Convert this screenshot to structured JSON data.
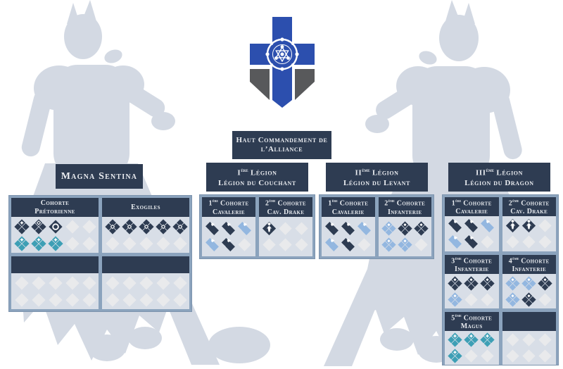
{
  "palette": {
    "navy": "#2e3c52",
    "frame": "#8ba3bd",
    "body_bg": "#d8dee7",
    "pale": "#e9eaec",
    "light_blue": "#93b7e0",
    "teal": "#3d9fb5",
    "silhouette": "#d3d9e3",
    "crest_blue": "#2c4fae",
    "crest_gray": "#58595b",
    "header_text": "#e9ecf0"
  },
  "icons": {
    "empty": "pale diamond placeholder slot",
    "cavalry-dark": "two overlapped navy diamonds with white pennant",
    "cavalry-blue": "two overlapped light-blue diamonds with white pennant",
    "drake": "navy diamond with white winged-drake mark",
    "infantry-dark": "cluster of four navy diamonds, white diamond mark",
    "infantry-blue": "cluster of four light-blue diamonds, white diamond mark",
    "magus": "cluster of four teal diamonds, white star mark",
    "exogile": "cluster of four navy diamonds around white diamond core",
    "praetor-star": "navy cluster with white star mark",
    "praetor-gem": "navy cluster with white gem outline",
    "praetor-ring": "navy diamond with white ring",
    "praetor-teal": "teal cluster with white star mark"
  },
  "crest": {
    "name": "alliance-crest-banner"
  },
  "command": {
    "line1": "Haut Commandement de",
    "line2": "l’Alliance"
  },
  "magna": {
    "title": "Magna Sentina",
    "cohorts": [
      {
        "lines": [
          "Cohorte",
          "Prétorienne"
        ],
        "units": [
          [
            "praetor-star",
            "praetor-gem",
            "praetor-ring",
            "empty",
            "empty"
          ],
          [
            "praetor-teal",
            "praetor-teal",
            "praetor-teal",
            "empty",
            "empty"
          ]
        ]
      },
      {
        "lines": [
          "Exogiles"
        ],
        "units": [
          [
            "exogile",
            "exogile",
            "exogile",
            "exogile",
            "exogile"
          ],
          [
            "empty",
            "empty",
            "empty",
            "empty",
            "empty"
          ]
        ]
      },
      {
        "lines": [],
        "units": [
          [
            "empty",
            "empty",
            "empty",
            "empty",
            "empty"
          ],
          [
            "empty",
            "empty",
            "empty",
            "empty",
            "empty"
          ]
        ]
      },
      {
        "lines": [],
        "units": [
          [
            "empty",
            "empty",
            "empty",
            "empty",
            "empty"
          ],
          [
            "empty",
            "empty",
            "empty",
            "empty",
            "empty"
          ]
        ]
      }
    ]
  },
  "legions": [
    {
      "num": "I",
      "sup": "ère",
      "word": "Légion",
      "name": "Légion du Couchant",
      "cohorts": [
        {
          "num": "1",
          "sup": "ère",
          "word": "Cohorte",
          "type": "Cavalerie",
          "units": [
            [
              "cavalry-dark",
              "cavalry-dark",
              "cavalry-blue"
            ],
            [
              "cavalry-blue",
              "cavalry-dark",
              "empty"
            ]
          ]
        },
        {
          "num": "2",
          "sup": "ème",
          "word": "Cohorte",
          "type": "Cav. Drake",
          "units": [
            [
              "drake",
              "empty",
              "empty"
            ],
            [
              "empty",
              "empty",
              "empty"
            ]
          ]
        }
      ]
    },
    {
      "num": "II",
      "sup": "ème",
      "word": "Légion",
      "name": "Légion du Levant",
      "cohorts": [
        {
          "num": "1",
          "sup": "ère",
          "word": "Cohorte",
          "type": "Cavalerie",
          "units": [
            [
              "cavalry-dark",
              "cavalry-dark",
              "cavalry-blue"
            ],
            [
              "cavalry-blue",
              "cavalry-dark",
              "empty"
            ]
          ]
        },
        {
          "num": "2",
          "sup": "ème",
          "word": "Cohorte",
          "type": "Infanterie",
          "units": [
            [
              "infantry-blue",
              "infantry-dark",
              "infantry-dark"
            ],
            [
              "infantry-blue",
              "infantry-blue",
              "empty"
            ]
          ]
        }
      ]
    },
    {
      "num": "III",
      "sup": "ème",
      "word": "Légion",
      "name": "Légion du Dragon",
      "cohorts": [
        {
          "num": "1",
          "sup": "ère",
          "word": "Cohorte",
          "type": "Cavalerie",
          "units": [
            [
              "cavalry-dark",
              "cavalry-dark",
              "cavalry-blue"
            ],
            [
              "cavalry-blue",
              "cavalry-dark",
              "empty"
            ]
          ]
        },
        {
          "num": "2",
          "sup": "ème",
          "word": "Cohorte",
          "type": "Cav. Drake",
          "units": [
            [
              "drake",
              "drake",
              "empty"
            ],
            [
              "empty",
              "empty",
              "empty"
            ]
          ]
        },
        {
          "num": "3",
          "sup": "ème",
          "word": "Cohorte",
          "type": "Infanterie",
          "units": [
            [
              "infantry-dark",
              "infantry-dark",
              "infantry-dark"
            ],
            [
              "infantry-blue",
              "empty",
              "empty"
            ]
          ]
        },
        {
          "num": "4",
          "sup": "ème",
          "word": "Cohorte",
          "type": "Infanterie",
          "units": [
            [
              "infantry-blue",
              "infantry-blue",
              "infantry-dark"
            ],
            [
              "infantry-blue",
              "infantry-dark",
              "empty"
            ]
          ]
        },
        {
          "num": "5",
          "sup": "ème",
          "word": "Cohorte",
          "type": "Magus",
          "units": [
            [
              "magus",
              "magus",
              "magus"
            ],
            [
              "magus",
              "empty",
              "empty"
            ]
          ]
        },
        {
          "num": "",
          "sup": "",
          "word": "",
          "type": "",
          "units": [
            [
              "empty",
              "empty",
              "empty"
            ],
            [
              "empty",
              "empty",
              "empty"
            ]
          ]
        }
      ]
    }
  ]
}
